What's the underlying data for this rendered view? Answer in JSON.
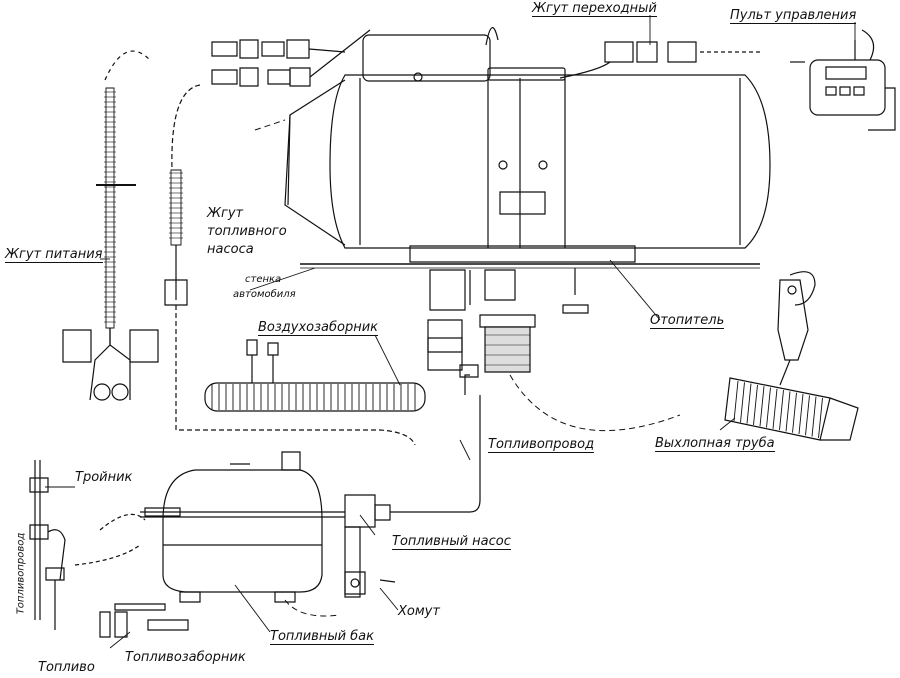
{
  "labels": {
    "harness_transition": "Жгут переходный",
    "control_panel": "Пульт управления",
    "power_harness": "Жгут питания",
    "pump_harness_line1": "Жгут",
    "pump_harness_line2": "топливного",
    "pump_harness_line3": "насоса",
    "wall_line1": "стенка",
    "wall_line2": "автомобиля",
    "heater": "Отопитель",
    "air_intake": "Воздухозаборник",
    "exhaust_pipe": "Выхлопная труба",
    "fuel_line": "Топливопровод",
    "tee": "Тройник",
    "fuel_pump": "Топливный насос",
    "clamp": "Хомут",
    "fuel_tank": "Топливный бак",
    "fuel": "Топливо",
    "fuel_intake": "Топливозаборник",
    "vertical_side": "Топливопровод"
  },
  "colors": {
    "line": "#111111",
    "background": "#ffffff"
  }
}
